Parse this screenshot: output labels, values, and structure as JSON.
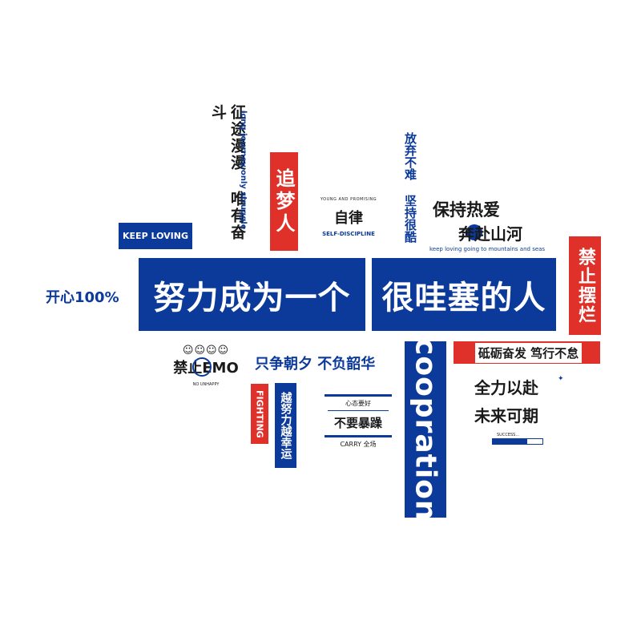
{
  "colors": {
    "blue": "#0b3a9a",
    "red": "#e0302a",
    "dark": "#1a1a1a"
  },
  "vertical_texts": {
    "zheng_tu": "征途漫漫 唯有奋斗",
    "long_journey": "long journey,only struggle",
    "zhui_meng": "追梦人",
    "fang_qi": "放弃不难 坚持很酷",
    "jin_zhi_bai_lan": "禁止摆烂",
    "fighting": "FIGHTING",
    "yue_nu_li": "越努力越幸运",
    "coopration": "coopration"
  },
  "keep_loving": "KEEP LOVING",
  "zi_lv": {
    "arc": "YOUNG AND PROMISING",
    "title": "自律",
    "sub": "SELF-DISCIPLINE"
  },
  "bao_chi": {
    "line1": "保持热爱",
    "line2": "奔赴山河",
    "sub": "keep loving going to mountains and seas"
  },
  "kai_xin": "开心100%",
  "banner_left": "努力成为一个",
  "banner_right": "很哇塞的人",
  "jin_zhi_emo": {
    "faces": "☺☺☺☺",
    "title": "禁止EMO",
    "sub": "NO UNHAPPY"
  },
  "zhi_zheng": "只争朝夕 不负韶华",
  "xin_tai": {
    "top": "心态要好",
    "mid": "不要暴躁",
    "bottom": "CARRY 全场"
  },
  "di_li": "砥砺奋发 笃行不怠",
  "quan_li": {
    "line1": "全力以赴",
    "line2": "未来可期",
    "progress_label": "SUCCESS..."
  }
}
